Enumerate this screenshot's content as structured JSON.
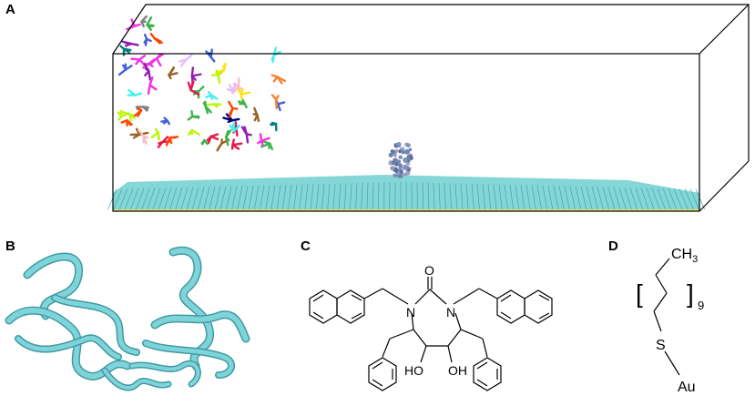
{
  "panels": {
    "a": {
      "label": "A",
      "colors": {
        "box_edge": "#000000",
        "surface": "#5cc8c8",
        "surface_edge": "#e8e060",
        "protein": "#6f85b0"
      }
    },
    "b": {
      "label": "B",
      "colors": {
        "ribbon": "#7fd4d9",
        "ribbon_dark": "#3f9aa2"
      }
    },
    "c": {
      "label": "C",
      "atoms": {
        "o": "O",
        "n1": "N",
        "n2": "N",
        "oh1": "HO",
        "oh2": "OH"
      }
    },
    "d": {
      "label": "D",
      "methyl": "CH",
      "methyl_sub": "3",
      "bracket_left": "[",
      "bracket_right": "]",
      "repeat": "9",
      "sulfur": "S",
      "gold": "Au"
    }
  },
  "molecule_palette": [
    "#e6194b",
    "#3cb44b",
    "#4363d8",
    "#f58231",
    "#911eb4",
    "#46f0f0",
    "#f032e6",
    "#bcf60c",
    "#fabebe",
    "#008080",
    "#9a6324",
    "#808080",
    "#ffe119",
    "#e6beff",
    "#000075",
    "#ff4500"
  ]
}
